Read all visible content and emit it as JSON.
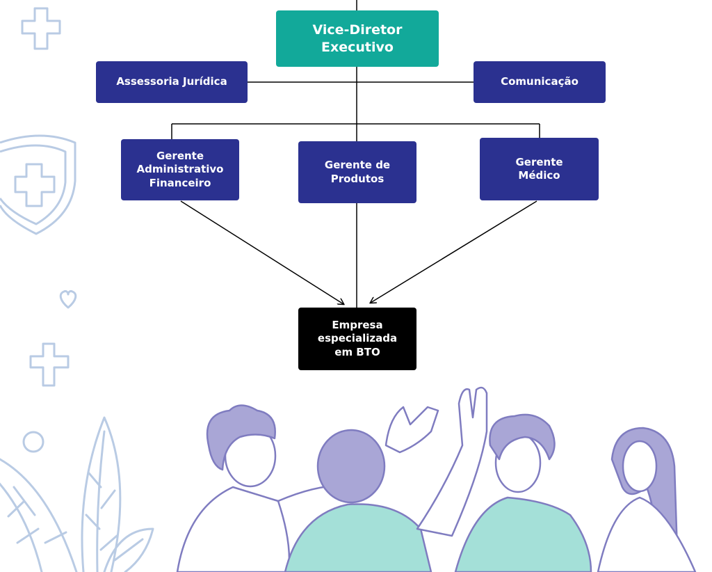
{
  "colors": {
    "teal_box": "#12a99a",
    "navy_box": "#2b3190",
    "black_box": "#000000",
    "connector": "#000000",
    "decor_outline": "#b9cbe4",
    "people_hair": "#a9a6d6",
    "people_shirt": "#a4e0d8",
    "people_outline": "#7f7cc0"
  },
  "org_chart": {
    "top": {
      "label": "Vice-Diretor\nExecutivo"
    },
    "side_left": {
      "label": "Assessoria Jurídica"
    },
    "side_right": {
      "label": "Comunicação"
    },
    "managers": [
      {
        "label": "Gerente\nAdministrativo\nFinanceiro"
      },
      {
        "label": "Gerente de\nProdutos"
      },
      {
        "label": "Gerente\nMédico"
      }
    ],
    "bottom": {
      "label": "Empresa\nespecializada\nem BTO"
    }
  },
  "decorations": [
    "plus-icon",
    "shield-plus-icon",
    "heart-icon",
    "plus-icon",
    "circle-icon",
    "leaves-illustration",
    "people-high-five-illustration"
  ]
}
